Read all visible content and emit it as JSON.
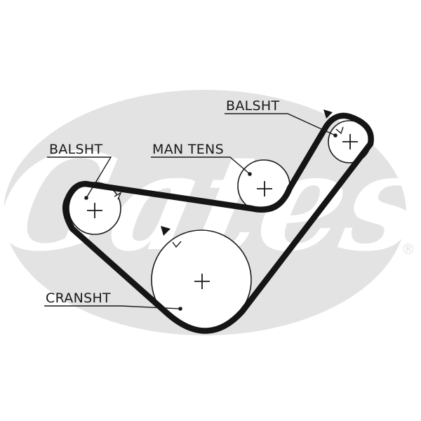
{
  "watermark": {
    "text": "Gates",
    "registered_mark": "®",
    "color": "#e3e3e3"
  },
  "labels": {
    "balsht_upper": "BALSHT",
    "man_tens": "MAN TENS",
    "balsht_left": "BALSHT",
    "cransht": "CRANSHT"
  },
  "colors": {
    "belt": "#151515",
    "pulley_outline": "#1a1a1a",
    "text": "#1a1a1a"
  }
}
